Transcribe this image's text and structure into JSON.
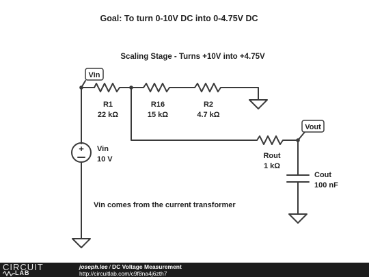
{
  "title": "Goal: To turn 0-10V DC into 0-4.75V DC",
  "subtitle": "Scaling Stage - Turns +10V into +4.75V",
  "note": "Vin comes from the current transformer",
  "labels": {
    "vin_tag": "Vin",
    "vout_tag": "Vout"
  },
  "components": {
    "r1": {
      "name": "R1",
      "value": "22 kΩ"
    },
    "r16": {
      "name": "R16",
      "value": "15 kΩ"
    },
    "r2": {
      "name": "R2",
      "value": "4.7 kΩ"
    },
    "rout": {
      "name": "Rout",
      "value": "1 kΩ"
    },
    "cout": {
      "name": "Cout",
      "value": "100 nF"
    },
    "vin": {
      "name": "Vin",
      "value": "10 V"
    }
  },
  "footer": {
    "logo_top": "CIRCUIT",
    "logo_bottom": "LAB",
    "author": "joseph.lee",
    "separator": "/",
    "project": "DC Voltage Measurement",
    "url": "http://circuitlab.com/c9f8na4j6zth7"
  }
}
